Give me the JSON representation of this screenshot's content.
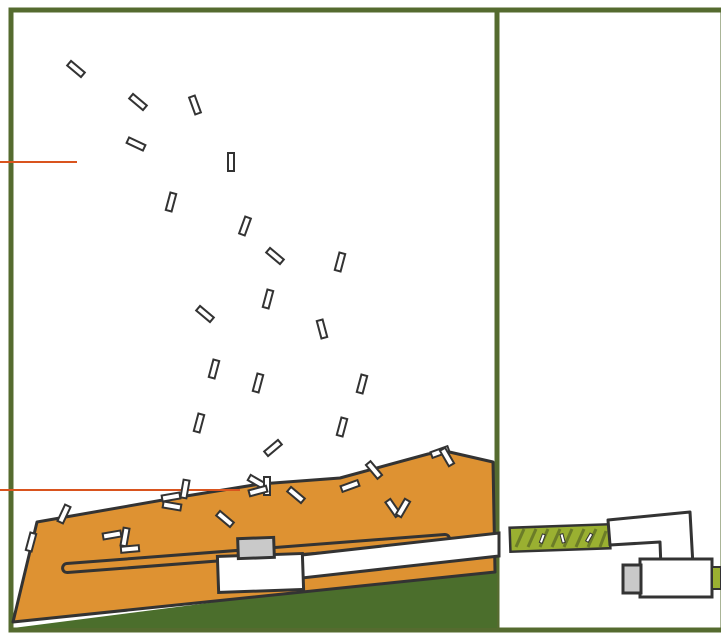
{
  "diagram": {
    "colors": {
      "frame": "#556b2f",
      "pile": "#de9232",
      "floor": "#4b6e2c",
      "outline": "#333333",
      "leader": "#d9541e",
      "flake": "#ffffff",
      "block": "#c9c9c9",
      "auger_thread": "#9ab031",
      "auger_core": "#6b7c28"
    },
    "labels": [],
    "parts": [
      "left-chamber",
      "right-chamber",
      "pile",
      "slotted-bar",
      "pusher-tube",
      "auger-tube",
      "motor-housing",
      "falling-flakes"
    ]
  }
}
